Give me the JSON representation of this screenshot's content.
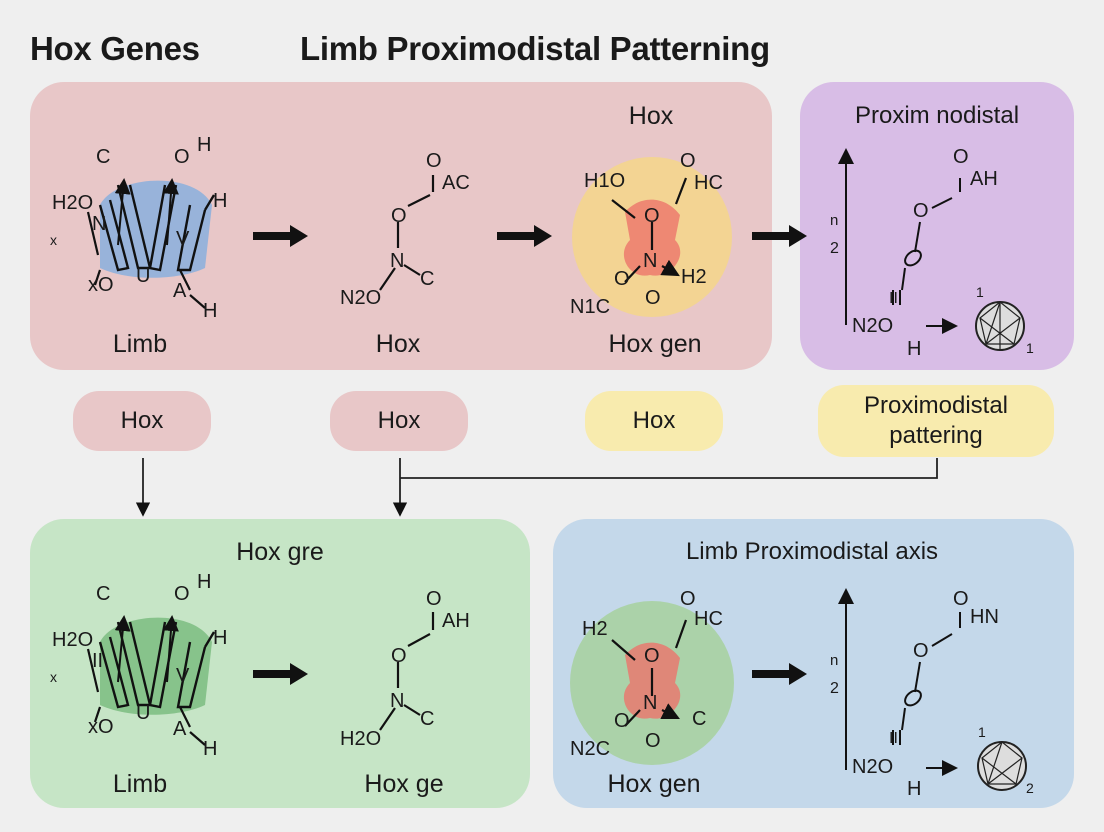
{
  "header": {
    "title_left": "Hox Genes",
    "title_main": "Limb Proximodistal Patterning"
  },
  "colors": {
    "background": "#efefef",
    "pink_panel": "#e8c7c8",
    "purple_panel": "#d8bde6",
    "green_panel": "#c6e5c6",
    "blue_panel": "#c4d8ea",
    "pink_pill": "#e8c7c8",
    "yellow_pill": "#f8ebae"
  },
  "top_panel": {
    "structures": [
      {
        "label": "Limb",
        "atoms": [
          "C",
          "O",
          "H",
          "H2O",
          "N",
          "x",
          "U",
          "V",
          "H",
          "xO",
          "A",
          "H"
        ]
      },
      {
        "label": "Hox",
        "atoms": [
          "O",
          "AC",
          "O",
          "N",
          "C",
          "N2O"
        ]
      },
      {
        "title": "Hox",
        "label": "Hox gen",
        "atoms": [
          "O",
          "H1O",
          "HC",
          "O",
          "N",
          "H2",
          "O",
          "N1C",
          "O"
        ]
      }
    ]
  },
  "right_panel": {
    "title": "Proxim nodistal",
    "atoms": [
      "O",
      "AH",
      "O",
      "n",
      "2",
      "II",
      "N2O",
      "H",
      "1",
      "1"
    ]
  },
  "pills": [
    {
      "label": "Hox"
    },
    {
      "label": "Hox"
    },
    {
      "label": "Hox"
    },
    {
      "label": "Proximodistal pattering"
    }
  ],
  "bottom_left_panel": {
    "title": "Hox gre",
    "structures": [
      {
        "label": "Limb",
        "atoms": [
          "C",
          "O",
          "H",
          "H2O",
          "II",
          "x",
          "U",
          "V",
          "H",
          "xO",
          "A",
          "H"
        ]
      },
      {
        "label": "Hox ge",
        "atoms": [
          "O",
          "AH",
          "O",
          "N",
          "C",
          "H2O"
        ]
      }
    ]
  },
  "bottom_right_panel": {
    "title": "Limb Proximodistal axis",
    "structures": [
      {
        "label": "Hox gen",
        "atoms": [
          "O",
          "H2",
          "HC",
          "O",
          "N",
          "C",
          "O",
          "N2C",
          "O"
        ]
      },
      {
        "atoms": [
          "O",
          "HN",
          "O",
          "n",
          "2",
          "II",
          "N2O",
          "H",
          "1",
          "2"
        ]
      }
    ]
  }
}
